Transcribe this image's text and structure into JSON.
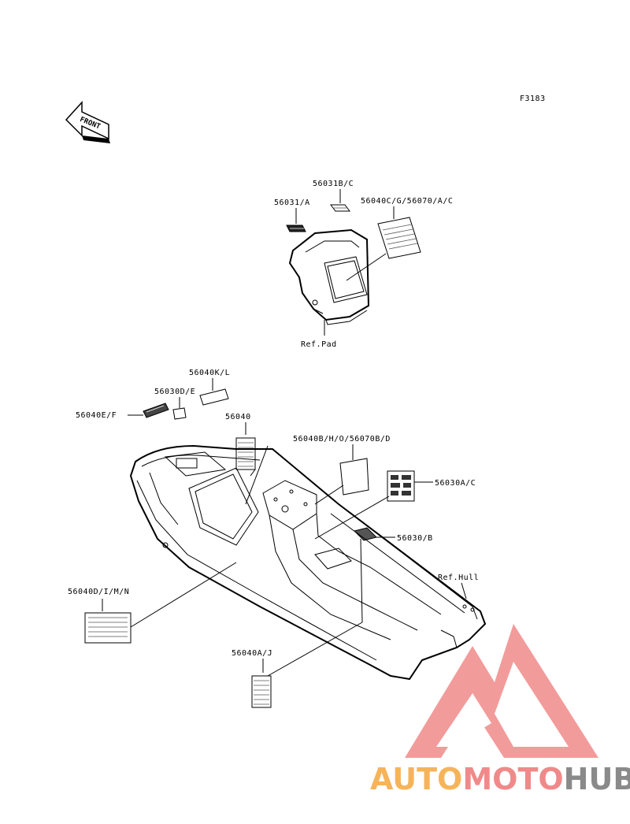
{
  "diagram_code": "F3183",
  "front_label": "FRONT",
  "labels": {
    "p56031B_C": "56031B/C",
    "p56031_A": "56031/A",
    "p56040C_G": "56040C/G/56070/A/C",
    "ref_pad": "Ref.Pad",
    "p56040K_L": "56040K/L",
    "p56030D_E": "56030D/E",
    "p56040E_F": "56040E/F",
    "p56040": "56040",
    "p56040B_H": "56040B/H/O/56070B/D",
    "p56030A_C": "56030A/C",
    "p56030_B": "56030/B",
    "ref_hull": "Ref.Hull",
    "p56040D_I": "56040D/I/M/N",
    "p56040A_J": "56040A/J"
  },
  "watermark": {
    "part1": "AUTO",
    "part2": "MOTO",
    "part3": "HUB",
    "colors": {
      "orange": "#f6b45a",
      "pink": "#f08a8a",
      "gray": "#8a8a8a"
    }
  }
}
